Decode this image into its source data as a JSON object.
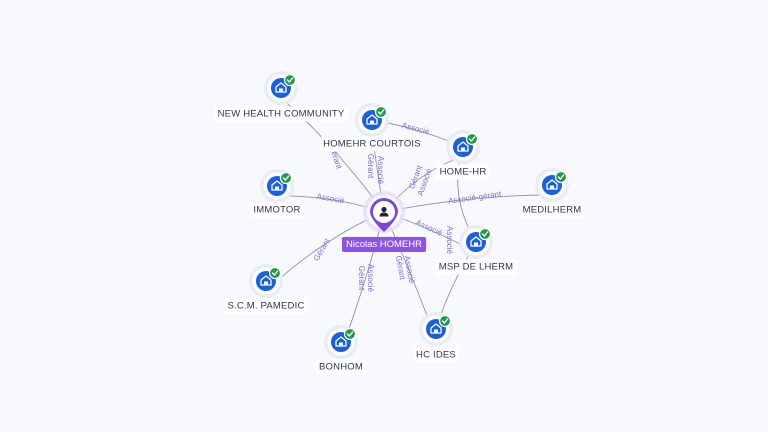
{
  "colors": {
    "company_icon": "#1a5fe0",
    "check_badge": "#1f9a4a",
    "person": "#7b45e0",
    "edge": "#8d92b0",
    "edge_label": "#7b6fd6"
  },
  "person": {
    "name": "Nicolas HOMEHR",
    "icon": "user-icon"
  },
  "companies": [
    {
      "id": "new-health-community",
      "name": "NEW HEALTH COMMUNITY",
      "icon": "building-icon",
      "status_icon": "check-icon"
    },
    {
      "id": "homehr-courtois",
      "name": "HOMEHR COURTOIS",
      "icon": "building-icon",
      "status_icon": "check-icon"
    },
    {
      "id": "home-hr",
      "name": "HOME-HR",
      "icon": "building-icon",
      "status_icon": "check-icon"
    },
    {
      "id": "medilherm",
      "name": "MEDILHERM",
      "icon": "building-icon",
      "status_icon": "check-icon"
    },
    {
      "id": "immotor",
      "name": "IMMOTOR",
      "icon": "building-icon",
      "status_icon": "check-icon"
    },
    {
      "id": "msp-de-lherm",
      "name": "MSP DE LHERM",
      "icon": "building-icon",
      "status_icon": "check-icon"
    },
    {
      "id": "scm-pamedic",
      "name": "S.C.M. PAMEDIC",
      "icon": "building-icon",
      "status_icon": "check-icon"
    },
    {
      "id": "bonhom",
      "name": "BONHOM",
      "icon": "building-icon",
      "status_icon": "check-icon"
    },
    {
      "id": "hc-ides",
      "name": "HC IDES",
      "icon": "building-icon",
      "status_icon": "check-icon"
    }
  ],
  "relations": [
    {
      "target": "new-health-community",
      "labels": [
        "Gérant"
      ]
    },
    {
      "target": "homehr-courtois",
      "labels": [
        "Gérant",
        "Associé"
      ]
    },
    {
      "target": "home-hr",
      "labels": [
        "Gérant",
        "Associé"
      ]
    },
    {
      "target": "medilherm",
      "labels": [
        "Associé-gérant"
      ]
    },
    {
      "target": "immotor",
      "labels": [
        "Associé"
      ]
    },
    {
      "target": "msp-de-lherm",
      "labels": [
        "Associé"
      ]
    },
    {
      "target": "scm-pamedic",
      "labels": [
        "Gérant"
      ]
    },
    {
      "target": "bonhom",
      "labels": [
        "Gérant",
        "Associé"
      ]
    },
    {
      "target": "hc-ides",
      "labels": [
        "Gérant",
        "Associé"
      ]
    }
  ],
  "company_links": [
    {
      "from": "home-hr",
      "to": "homehr-courtois",
      "labels": [
        "Associé"
      ]
    },
    {
      "from": "home-hr",
      "to": "msp-de-lherm",
      "labels": [
        "Associé"
      ]
    },
    {
      "from": "msp-de-lherm",
      "to": "hc-ides",
      "labels": []
    }
  ]
}
